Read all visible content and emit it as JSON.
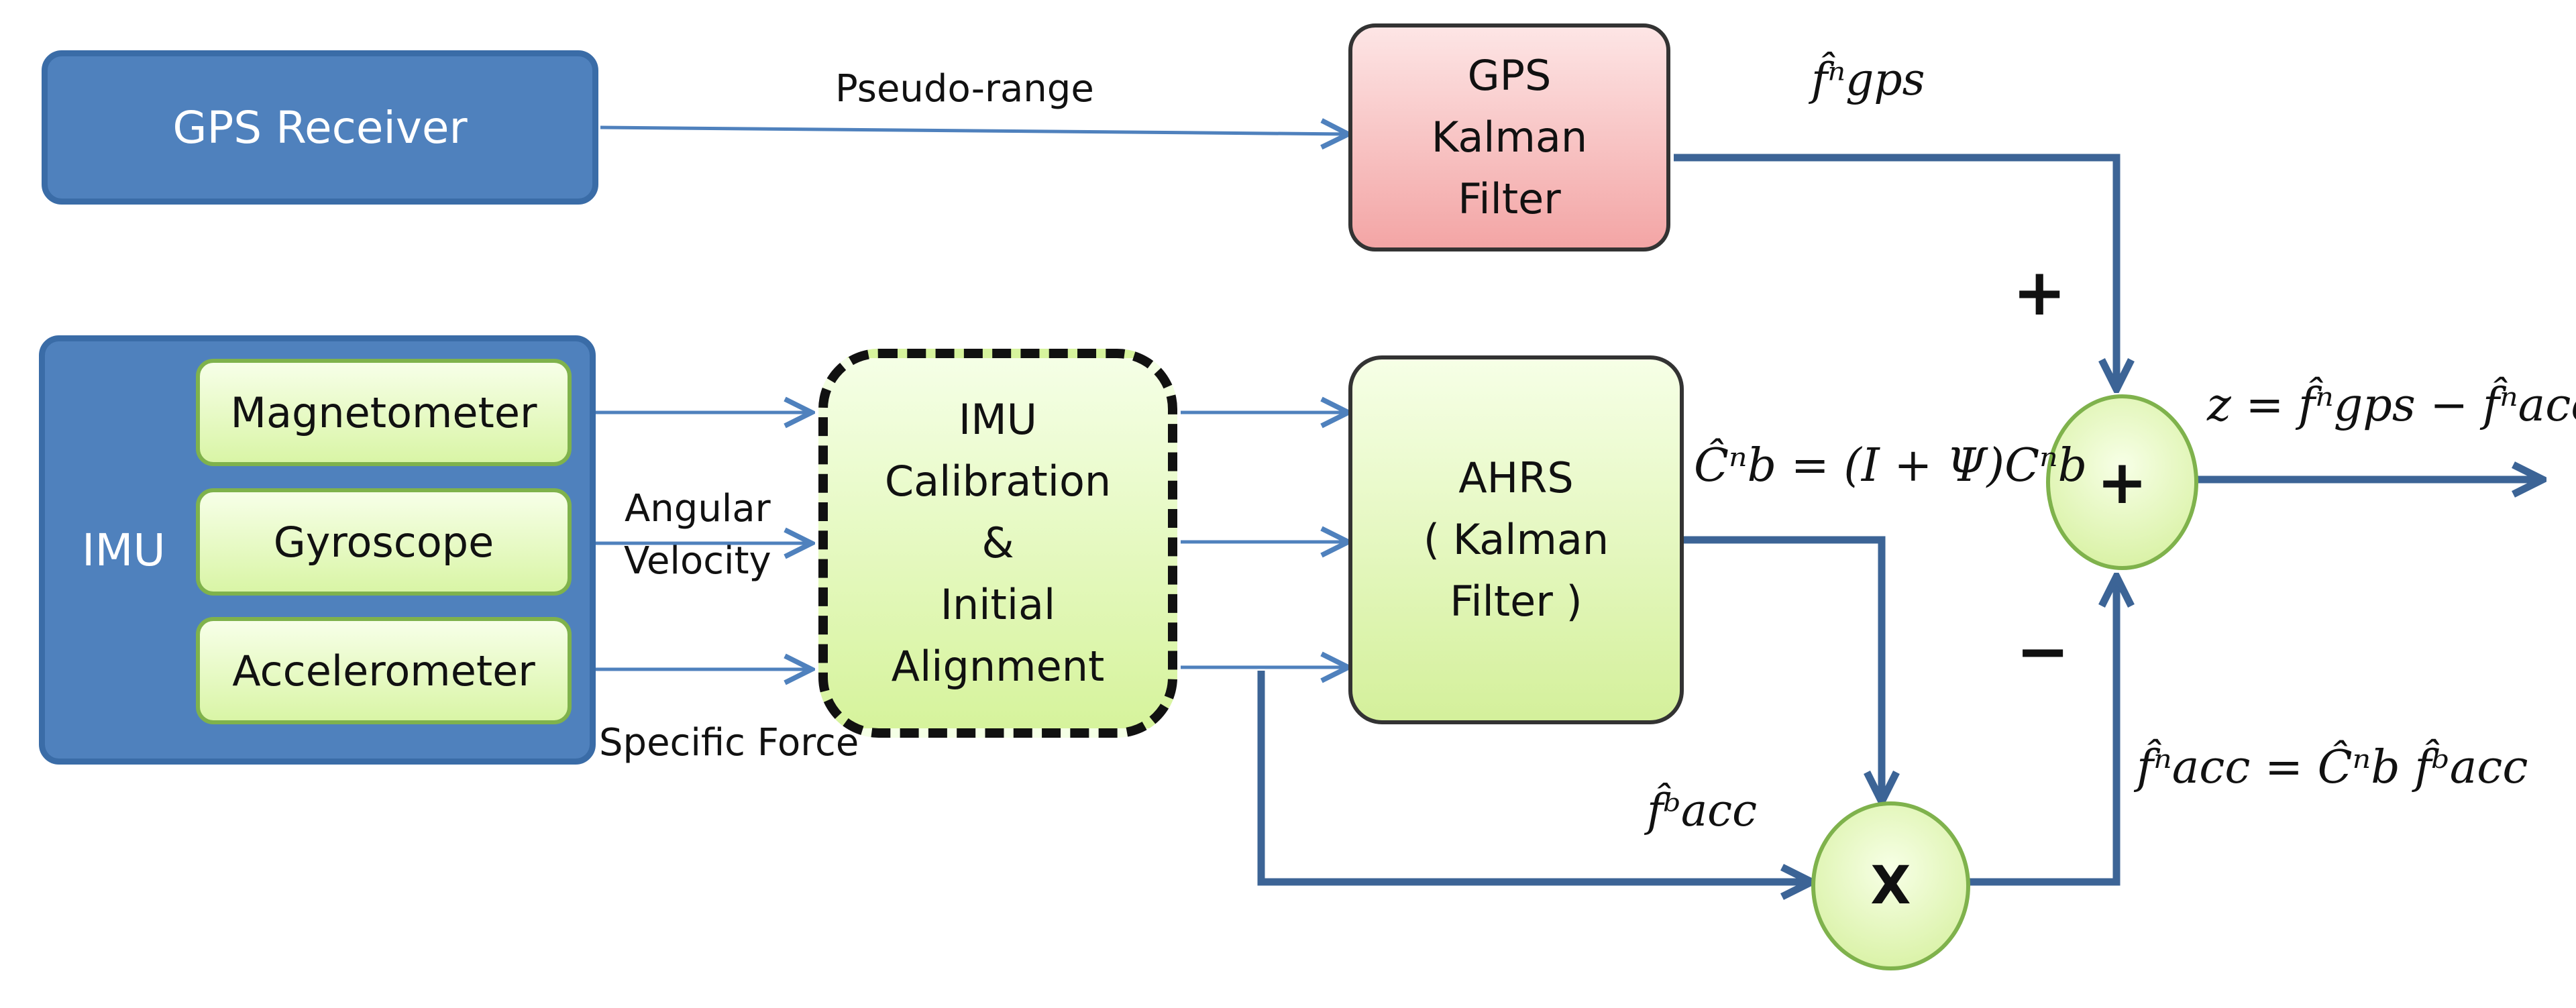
{
  "blocks": {
    "gps_receiver": "GPS Receiver",
    "gps_kf": "GPS\nKalman\nFilter",
    "imu": "IMU",
    "magnetometer": "Magnetometer",
    "gyroscope": "Gyroscope",
    "accelerometer": "Accelerometer",
    "calibration": "IMU\nCalibration\n&\nInitial\nAlignment",
    "ahrs": "AHRS\n( Kalman\nFilter )"
  },
  "labels": {
    "pseudo_range": "Pseudo-range",
    "angular_velocity": "Angular\nVelocity",
    "specific_force": "Specific Force",
    "plus_sign": "+",
    "minus_sign": "−",
    "sum_symbol": "+",
    "mult_symbol": "X"
  },
  "equations": {
    "f_gps": "f̂ⁿgps",
    "f_acc_b": "f̂ᵇacc",
    "c_bn": "Ĉⁿb = (I + Ψ)Cⁿb",
    "z": "z = f̂ⁿgps − f̂ⁿacc",
    "f_acc_n": "f̂ⁿacc = Ĉⁿb f̂ᵇacc"
  },
  "colors": {
    "blue_fill": "#4f81bd",
    "arrow_thin": "#4f81bd",
    "arrow_thick": "#3c6496",
    "green_fill": "#d9f5a6",
    "pink_fill": "#f3a5a5"
  }
}
